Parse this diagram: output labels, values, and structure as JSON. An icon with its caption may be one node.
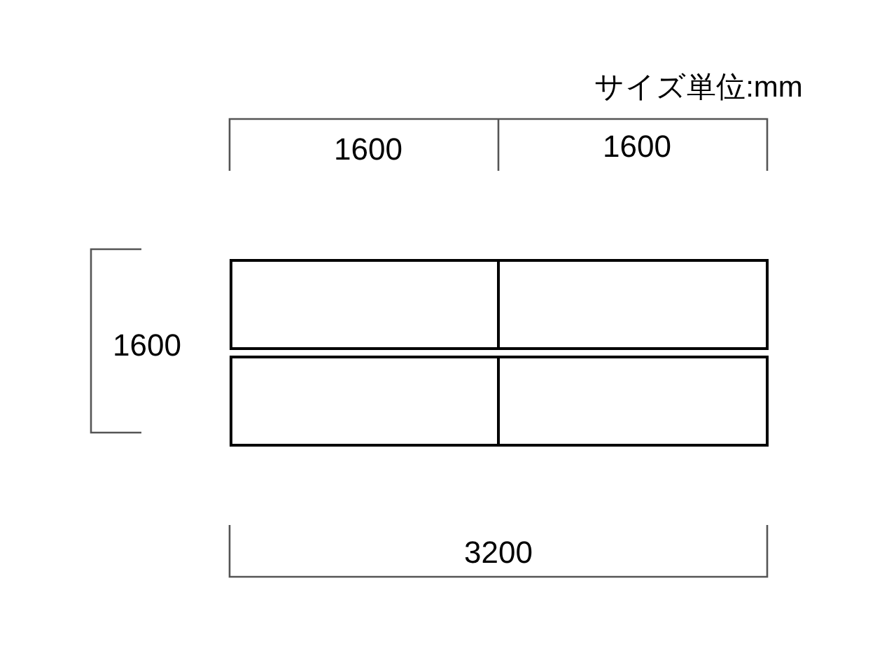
{
  "diagram": {
    "nodes": [
      {
        "text": [],
        "shape": "box"
      },
      {
        "text": [],
        "shape": "box"
      },
      {
        "text": [],
        "shape": "box"
      },
      {
        "text": [],
        "shape": "box"
      }
    ],
    "edges": [],
    "labels": [
      "サイズ単位:mm",
      "1600",
      "1600",
      "1600",
      "3200"
    ]
  }
}
